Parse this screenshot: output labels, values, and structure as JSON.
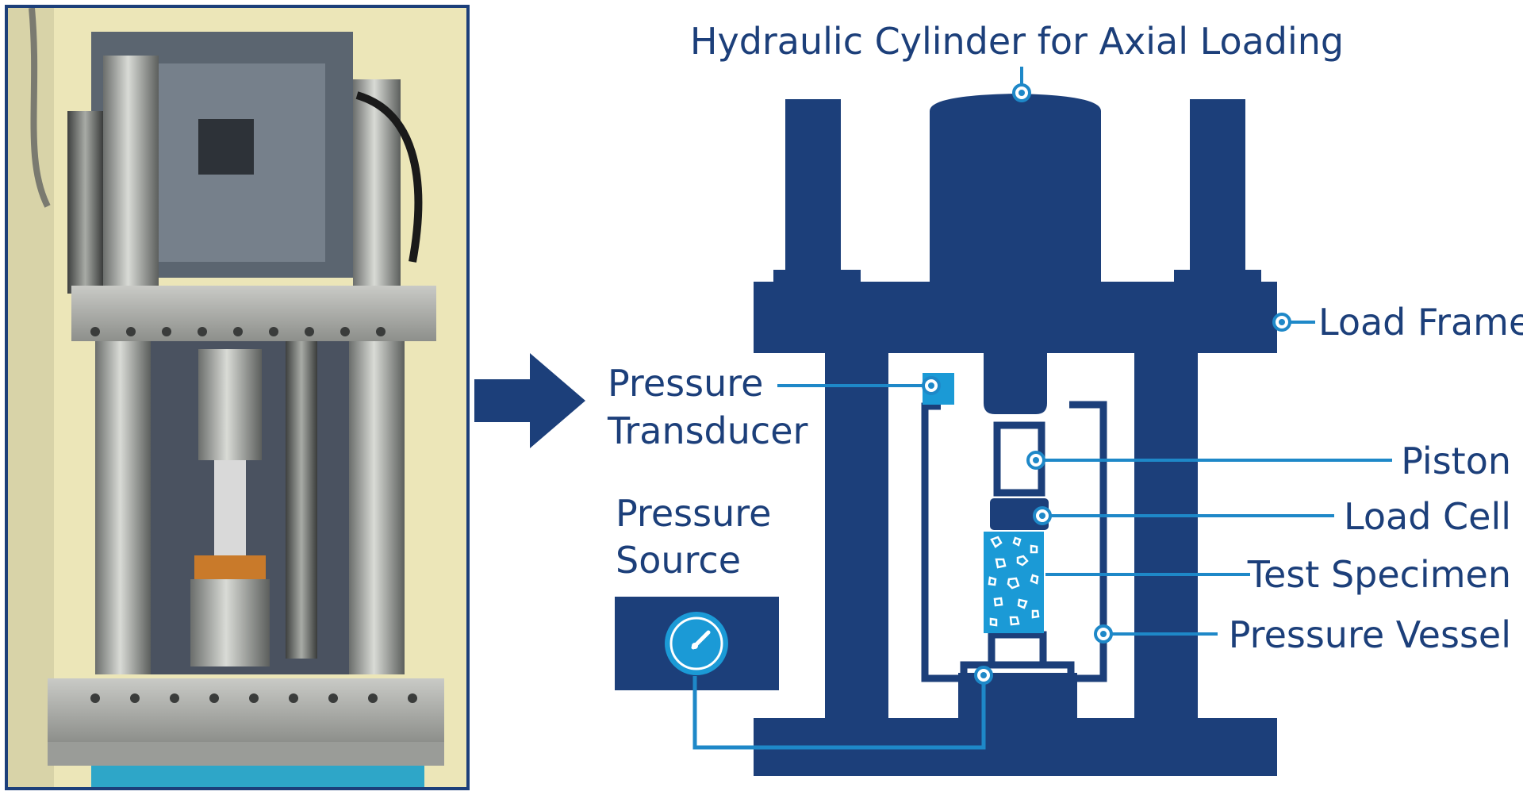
{
  "labels": {
    "hydraulic_cylinder": "Hydraulic Cylinder for Axial Loading",
    "load_frame": "Load Frame",
    "pressure_transducer_line1": "Pressure",
    "pressure_transducer_line2": "Transducer",
    "pressure_source_line1": "Pressure",
    "pressure_source_line2": "Source",
    "piston": "Piston",
    "load_cell": "Load Cell",
    "test_specimen": "Test Specimen",
    "pressure_vessel": "Pressure Vessel"
  },
  "colors": {
    "frame_navy": "#1c3f7a",
    "leader_blue": "#1e88c8",
    "specimen_blue": "#1b9ad6",
    "photo_border": "#1c3f7a"
  },
  "icons": {
    "arrow": "right-arrow-icon",
    "gauge": "pressure-gauge-icon"
  }
}
